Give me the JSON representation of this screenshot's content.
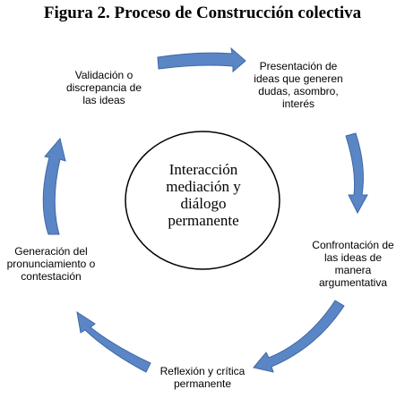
{
  "title": "Figura 2. Proceso de Construcción colectiva",
  "center": "Interacción mediación y diálogo permanente",
  "nodes": {
    "presentacion": "Presentación de ideas que generen dudas, asombro, interés",
    "confrontacion": "Confrontación de las ideas de manera argumentativa",
    "reflexion": "Reflexión y crítica permanente",
    "generacion": "Generación del pronunciamiento o contestación",
    "validacion": "Validación o discrepancia de las ideas"
  },
  "colors": {
    "arrow_fill": "#5b86c6",
    "arrow_stroke": "#3f68a6",
    "circle_stroke": "#000000"
  }
}
